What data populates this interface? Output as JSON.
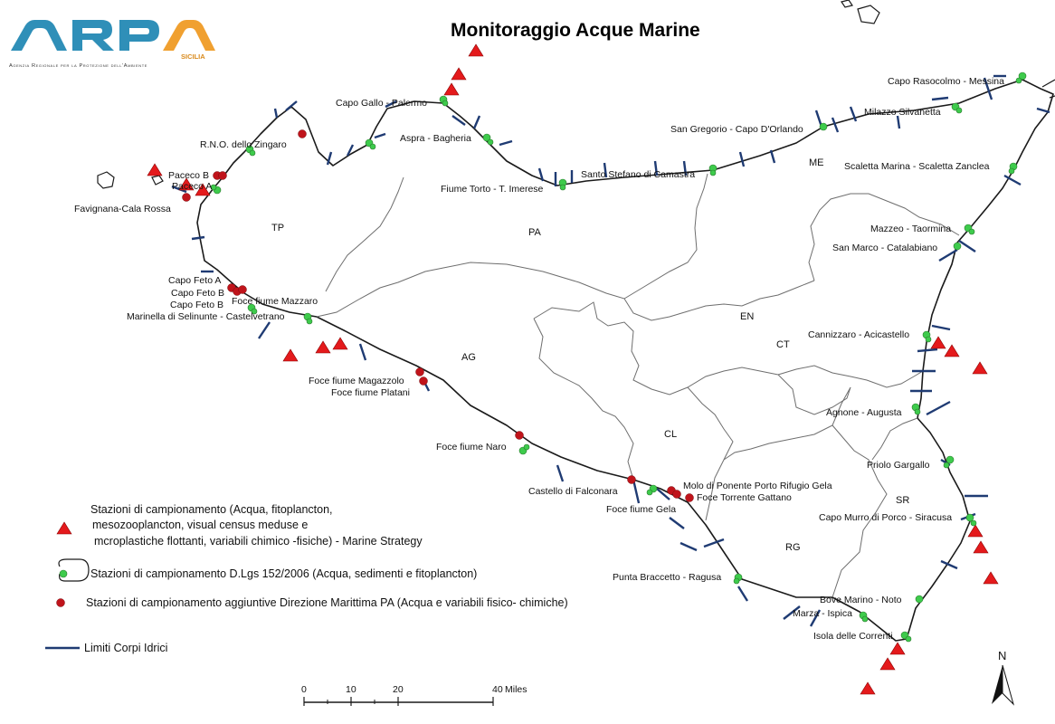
{
  "title": "Monitoraggio Acque Marine",
  "logo": {
    "text": "ARPA",
    "sub": "SICILIA",
    "tagline": "Agenzia Regionale per la Protezione dell'Ambiente"
  },
  "colors": {
    "coast": "#1a1a1a",
    "province": "#6e6e6e",
    "triangle": "#e41a1c",
    "green": "#3ecb4c",
    "red": "#c0141b",
    "limit": "#1f3b73"
  },
  "provinces": [
    {
      "name": "TP"
    },
    {
      "name": "PA"
    },
    {
      "name": "ME"
    },
    {
      "name": "AG"
    },
    {
      "name": "EN"
    },
    {
      "name": "CT"
    },
    {
      "name": "CL"
    },
    {
      "name": "SR"
    },
    {
      "name": "RG"
    }
  ],
  "stations": [
    "Capo Gallo - Palermo",
    "Aspra - Bagheria",
    "Capo Rasocolmo - Messina",
    "Milazzo Silvanetta",
    "San Gregorio - Capo D'Orlando",
    "Scaletta Marina - Scaletta Zanclea",
    "Santo Stefano di Camastra",
    "Fiume Torto - T. Imerese",
    "R.N.O. dello Zingaro",
    "Paceco B",
    "Paceco A",
    "Favignana-Cala Rossa",
    "Mazzeo - Taormina",
    "San Marco - Catalabiano",
    "Capo Feto A",
    "Capo Feto B",
    "Capo Feto B",
    "Foce fiume Mazzaro",
    "Marinella di Selinunte - Castelvetrano",
    "Cannizzaro - Acicastello",
    "Foce fiume Magazzolo",
    "Foce fiume Platani",
    "Agnone - Augusta",
    "Foce fiume Naro",
    "Priolo Gargallo",
    "Molo di Ponente Porto Rifugio Gela",
    "Castello di Falconara",
    "Foce Torrente Gattano",
    "Foce fiume Gela",
    "Capo Murro di Porco - Siracusa",
    "Punta Braccetto - Ragusa",
    "Bove Marino - Noto",
    "Marza - Ispica",
    "Isola delle Correnti"
  ],
  "legend": {
    "triangle": [
      "Stazioni di campionamento (Acqua, fitoplancton,",
      "mesozooplancton, visual census meduse e",
      "mcroplastiche flottanti, variabili chimico -fisiche)  - Marine Strategy"
    ],
    "green": "Stazioni di campionamento D.Lgs 152/2006  (Acqua, sedimenti e fitoplancton)",
    "red": "Stazioni di campionamento aggiuntive Direzione Marittima PA (Acqua e variabili fisico- chimiche)",
    "limit": "Limiti Corpi Idrici"
  },
  "scale_bar": {
    "ticks": [
      "0",
      "10",
      "20",
      "40"
    ],
    "unit": "Miles"
  },
  "north": "N"
}
